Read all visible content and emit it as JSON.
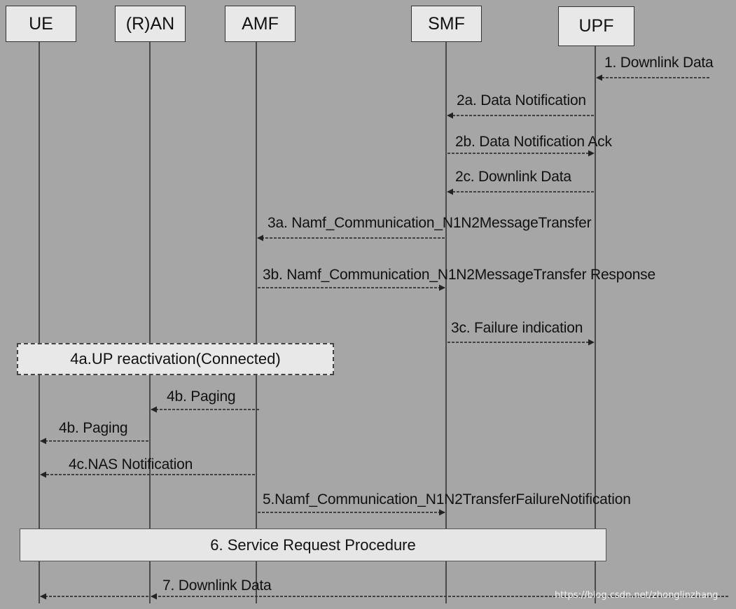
{
  "participants": {
    "ue": "UE",
    "ran": "(R)AN",
    "amf": "AMF",
    "smf": "SMF",
    "upf": "UPF"
  },
  "messages": {
    "m1": "1. Downlink Data",
    "m2a": "2a. Data Notification",
    "m2b": "2b. Data Notification Ack",
    "m2c": "2c. Downlink Data",
    "m3a": "3a. Namf_Communication_N1N2MessageTransfer",
    "m3b": "3b. Namf_Communication_N1N2MessageTransfer Response",
    "m3c": "3c. Failure indication",
    "m4b_ran": "4b. Paging",
    "m4b_ue": "4b. Paging",
    "m4c": "4c.NAS Notification",
    "m5": "5.Namf_Communication_N1N2TransferFailureNotification",
    "m7": "7. Downlink Data"
  },
  "blocks": {
    "b4a": "4a.UP reactivation(Connected)",
    "b6": "6. Service Request Procedure"
  },
  "watermark": "https://blog.csdn.net/zhonglinzhang",
  "colors": {
    "background": "#a6a6a6",
    "box_fill": "#e8e8e8",
    "line": "#333333"
  }
}
